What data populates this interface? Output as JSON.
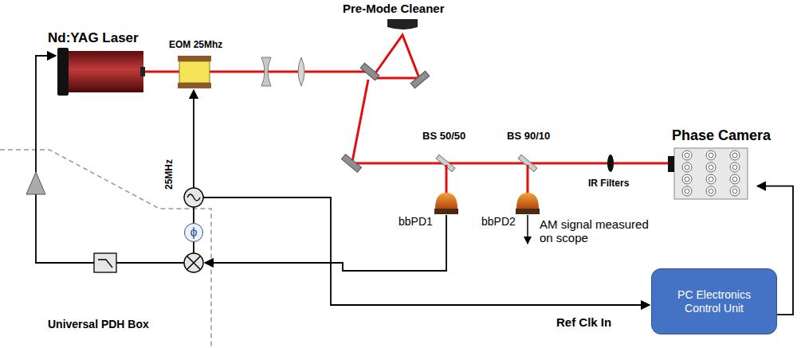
{
  "diagram": {
    "nodes": [
      {
        "text": [
          "Nd:YAG Laser"
        ]
      },
      {
        "text": [
          "EOM 25Mhz"
        ]
      },
      {
        "text": [
          "Pre-Mode Cleaner"
        ]
      },
      {
        "text": [
          "Phase Camera"
        ]
      },
      {
        "text": [
          "Universal PDH Box"
        ]
      },
      {
        "text": [
          "ϕ"
        ],
        "in": 4
      },
      {
        "text": [
          "PC Electronics Control Unit"
        ]
      }
    ],
    "edges": [
      {
        "from": 6,
        "to": 3,
        "arrow": "to"
      }
    ],
    "labels": [
      "25MHz",
      "BS 50/50",
      "BS 90/10",
      "bbPD1",
      "bbPD2",
      "IR Filters",
      "AM signal measured on scope",
      "Ref Clk In"
    ]
  }
}
